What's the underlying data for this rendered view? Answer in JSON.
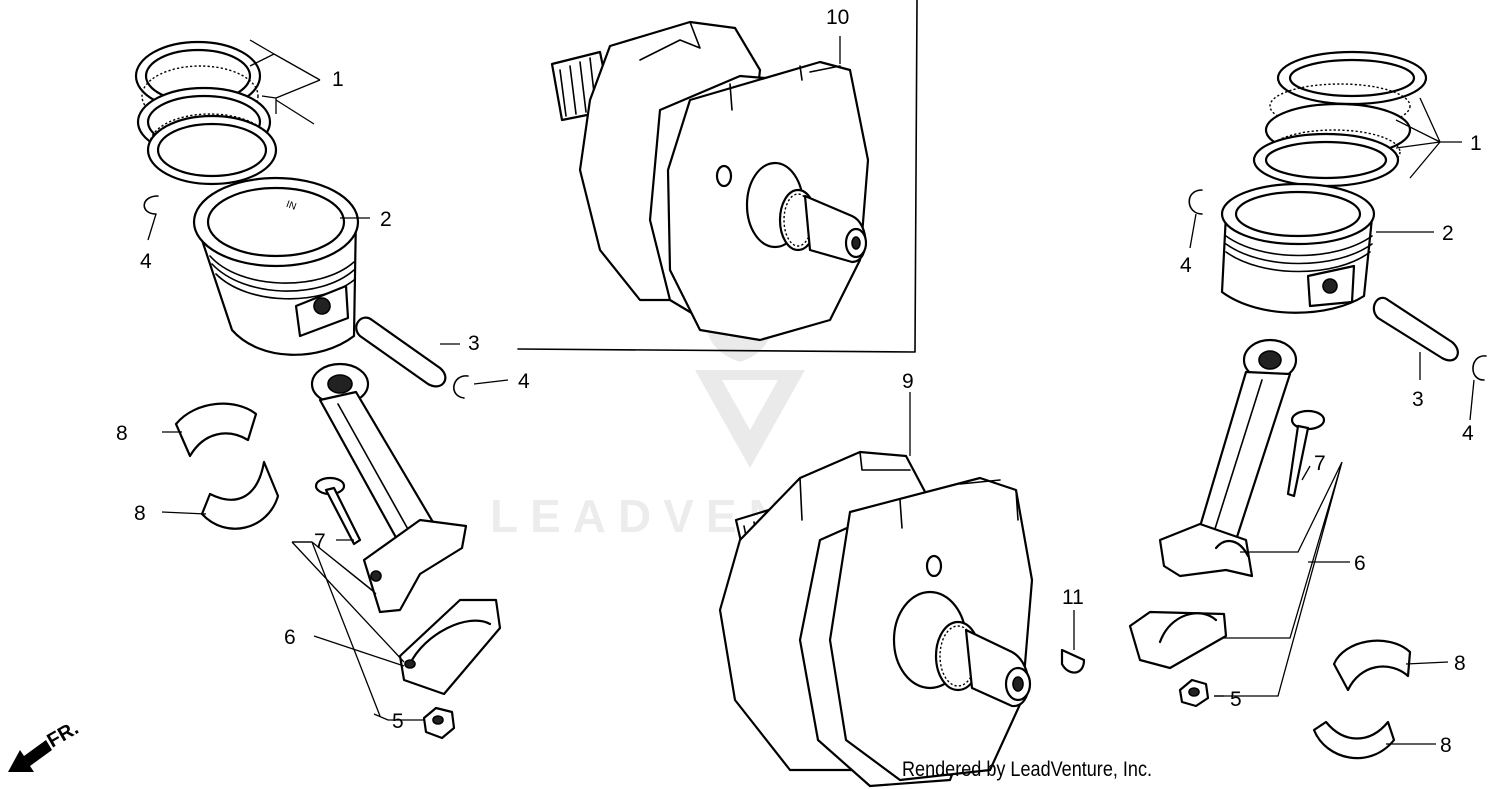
{
  "diagram": {
    "credit": "Rendered by LeadVenture, Inc.",
    "watermark": "LEADVENTURE",
    "direction_label": "FR.",
    "piston_stamp": "IN",
    "callouts": {
      "c1_left": "1",
      "c2_left": "2",
      "c3_left": "3",
      "c4_left_a": "4",
      "c4_left_b": "4",
      "c5_left": "5",
      "c6_left": "6",
      "c7_left": "7",
      "c8_left_a": "8",
      "c8_left_b": "8",
      "c9": "9",
      "c10": "10",
      "c11": "11",
      "c1_right": "1",
      "c2_right": "2",
      "c3_right": "3",
      "c4_right_a": "4",
      "c4_right_b": "4",
      "c5_right": "5",
      "c6_right": "6",
      "c7_right": "7",
      "c8_right_a": "8",
      "c8_right_b": "8"
    },
    "icons": {
      "watermark": "leadventure-flame-logo",
      "direction": "front-arrow-icon"
    }
  }
}
